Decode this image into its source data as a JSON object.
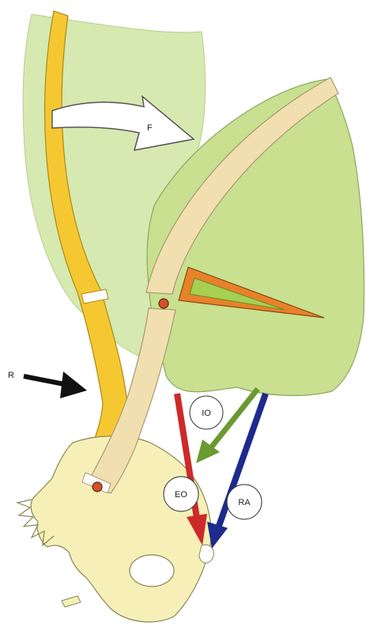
{
  "labels": {
    "flexion": "F",
    "rotation": "R",
    "internal_oblique": "IO",
    "external_oblique": "EO",
    "rectus_abdominis": "RA"
  },
  "colors": {
    "background": "#ffffff",
    "thorax_fill": "#d4e8a8",
    "thorax_shade": "#c8df98",
    "spine_yellow": "#f5c832",
    "spine_beige": "#f2dfb0",
    "pelvis_fill": "#f6f0b8",
    "triangle_orange": "#e8822a",
    "triangle_inner": "#a7cf52",
    "joint_red": "#d4502a",
    "arrow_red": "#cc2a2a",
    "arrow_green": "#6a9a30",
    "arrow_blue": "#1e2a8c",
    "arrow_black": "#111111"
  }
}
